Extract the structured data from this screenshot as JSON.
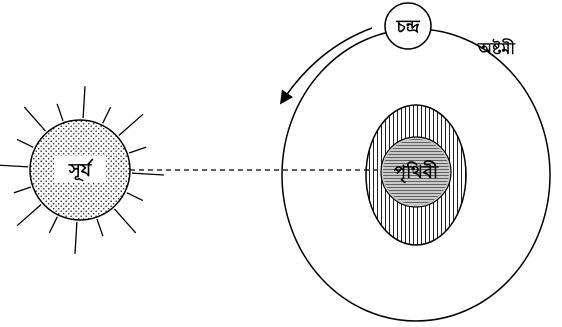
{
  "labels": {
    "sun": "সূর্য",
    "earth": "পৃথিবী",
    "moon": "চন্দ্র",
    "phase": "অষ্টমী"
  }
}
